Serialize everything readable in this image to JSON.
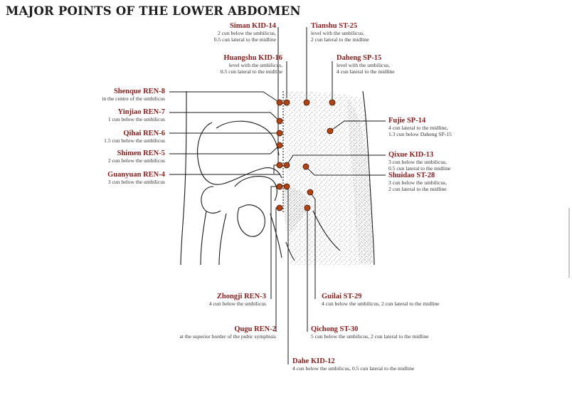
{
  "title": "MAJOR POINTS OF THE LOWER ABDOMEN",
  "colors": {
    "point": "#b5420f",
    "name_text": "#8b1c1c",
    "line": "#1a1a1a"
  },
  "points": {
    "siman": {
      "name": "Siman KID-14",
      "desc": [
        "2 cun below the umbilicus,",
        "0.5 cun lateral to the midline"
      ]
    },
    "tianshu": {
      "name": "Tianshu ST-25",
      "desc": [
        "level with the umbilicus,",
        "2 cun lateral to the midline"
      ]
    },
    "huangshu": {
      "name": "Huangshu KID-16",
      "desc": [
        "level with the umbilicus,",
        "0.5 cun lateral to the midline"
      ]
    },
    "daheng": {
      "name": "Daheng SP-15",
      "desc": [
        "level with the umbilicus,",
        "4 cun lateral to the midline"
      ]
    },
    "shenque": {
      "name": "Shenque REN-8",
      "desc": [
        "in the centre of the umbilicus"
      ]
    },
    "yinjiao": {
      "name": "Yinjiao REN-7",
      "desc": [
        "1 cun below the umbilicus"
      ]
    },
    "qihai": {
      "name": "Qihai REN-6",
      "desc": [
        "1.5 cun below the umbilicus"
      ]
    },
    "shimen": {
      "name": "Shimen REN-5",
      "desc": [
        "2 cun below the umbilicus"
      ]
    },
    "guanyuan": {
      "name": "Guanyuan REN-4",
      "desc": [
        "3 cun below the umbilicus"
      ]
    },
    "fujie": {
      "name": "Fujie SP-14",
      "desc": [
        "4 cun lateral to the midline,",
        "1.3 cun below Daheng SP-15"
      ]
    },
    "qixue": {
      "name": "Qixue KID-13",
      "desc": [
        "3 cun below the umbilicus,",
        "0.5 cun lateral to the midline"
      ]
    },
    "shuidao": {
      "name": "Shuidao ST-28",
      "desc": [
        "3 cun below the umbilicus,",
        "2 cun lateral to the midline"
      ]
    },
    "zhongji": {
      "name": "Zhongji REN-3",
      "desc": [
        "4 cun below the umbilicus"
      ]
    },
    "guilai": {
      "name": "Guilai ST-29",
      "desc": [
        "4 cun below the umbilicus, 2 cun lateral to the midline"
      ]
    },
    "qugu": {
      "name": "Qugu REN-2",
      "desc": [
        "at the superior border of the pubic symphisis"
      ]
    },
    "qichong": {
      "name": "Qichong ST-30",
      "desc": [
        "5 cun below the umbilicus, 2 cun lateral to the midline"
      ]
    },
    "dahe": {
      "name": "Dahe KID-12",
      "desc": [
        "4 cun below the umbilicus, 0.5 cun lateral to the midline"
      ]
    }
  }
}
